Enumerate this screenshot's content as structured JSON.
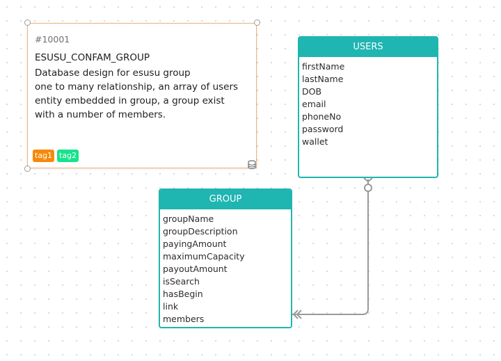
{
  "note": {
    "id": "#10001",
    "title": "ESUSU_CONFAM_GROUP",
    "description_lines": [
      "Database design for esusu group",
      "one to many relationship, an array of users",
      "entity embedded in group, a group exist",
      "with a number of members."
    ],
    "tags": [
      {
        "label": "tag1",
        "color": "#f58a0a"
      },
      {
        "label": "tag2",
        "color": "#16e38b"
      }
    ],
    "icon": "database-icon"
  },
  "entities": {
    "users": {
      "name": "USERS",
      "fields": [
        "firstName",
        "lastName",
        "DOB",
        "email",
        "phoneNo",
        "password",
        "wallet"
      ]
    },
    "group": {
      "name": "GROUP",
      "fields": [
        "groupName",
        "groupDescription",
        "payingAmount",
        "maximumCapacity",
        "payoutAmount",
        "isSearch",
        "hasBegin",
        "link",
        "members"
      ]
    }
  },
  "relationship": {
    "from": "USERS",
    "to": "GROUP",
    "from_end": "zero-or-one",
    "to_end": "many"
  },
  "colors": {
    "entity_accent": "#1fb5b1",
    "connector": "#9a9a9a",
    "note_border": "#f0b27a"
  }
}
